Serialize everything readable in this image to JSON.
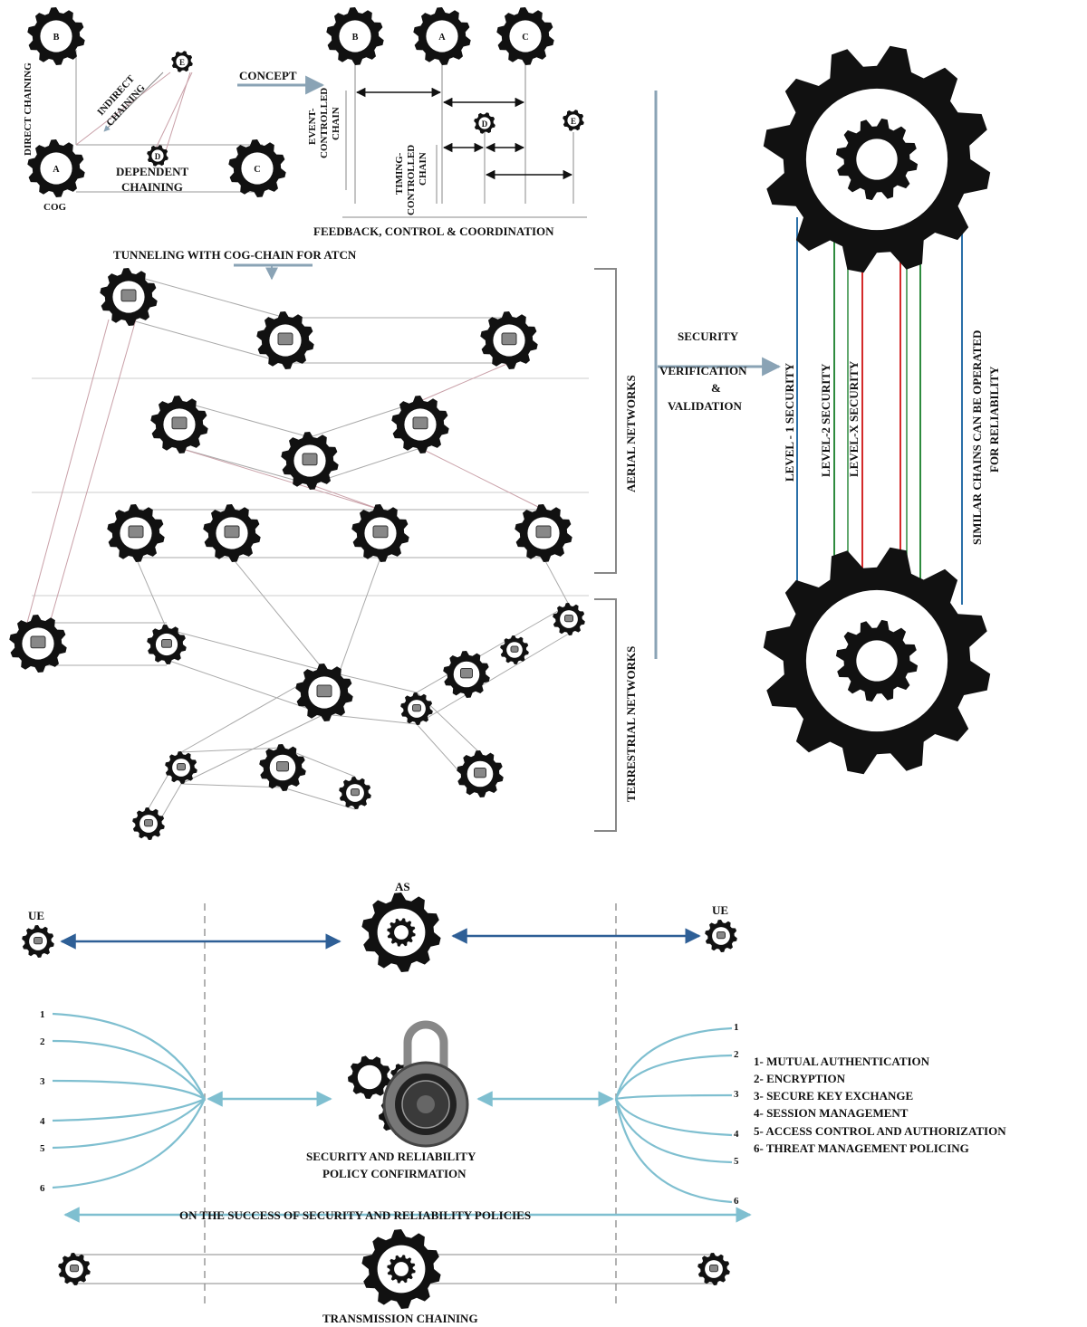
{
  "top_left": {
    "gear_b": "B",
    "gear_a": "A",
    "gear_c": "C",
    "gear_d": "D",
    "gear_e": "E",
    "direct_chaining": "DIRECT CHAINING",
    "indirect_chaining_1": "INDIRECT",
    "indirect_chaining_2": "CHAINING",
    "dependent_1": "DEPENDENT",
    "dependent_2": "CHAINING",
    "cog": "COG",
    "concept": "CONCEPT"
  },
  "concept_panel": {
    "gear_b": "B",
    "gear_a": "A",
    "gear_c": "C",
    "gear_d": "D",
    "gear_e": "E",
    "event_1": "EVENT-",
    "event_2": "CONTROLLED",
    "event_3": "CHAIN",
    "timing_1": "TIMING-",
    "timing_2": "CONTROLLED",
    "timing_3": "CHAIN",
    "feedback": "FEEDBACK, CONTROL & COORDINATION"
  },
  "network": {
    "tunneling": "TUNNELING WITH COG-CHAIN FOR ATCN",
    "aerial": "AERIAL NETWORKS",
    "terrestrial": "TERRESTRIAL NETWORKS"
  },
  "security_panel": {
    "security": "SECURITY",
    "verification": "VERIFICATION",
    "amp": "&",
    "validation": "VALIDATION",
    "level1": "LEVEL - 1 SECURITY",
    "level2": "LEVEL-2 SECURITY",
    "levelx": "LEVEL-X SECURITY",
    "similar_1": "SIMILAR CHAINS CAN BE OPERATED",
    "similar_2": "FOR RELIABILITY",
    "colors": {
      "blue": "#2a6fa8",
      "green": "#2e8b3e",
      "red": "#d42a2a"
    }
  },
  "bottom": {
    "ue_left": "UE",
    "as": "AS",
    "ue_right": "UE",
    "left_numbers": [
      "1",
      "2",
      "3",
      "4",
      "5",
      "6"
    ],
    "right_numbers": [
      "1",
      "2",
      "3",
      "4",
      "5",
      "6"
    ],
    "policy_1": "SECURITY AND RELIABILITY",
    "policy_2": "POLICY CONFIRMATION",
    "policies": [
      "1- MUTUAL AUTHENTICATION",
      "2- ENCRYPTION",
      "3- SECURE KEY EXCHANGE",
      "4- SESSION MANAGEMENT",
      "5- ACCESS CONTROL AND AUTHORIZATION",
      "6- THREAT MANAGEMENT POLICING"
    ],
    "success": "ON THE SUCCESS OF SECURITY AND RELIABILITY POLICIES",
    "transmission": "TRANSMISSION CHAINING",
    "colors": {
      "arrow_blue": "#2e5f96",
      "cyan": "#7fbfd0"
    }
  }
}
